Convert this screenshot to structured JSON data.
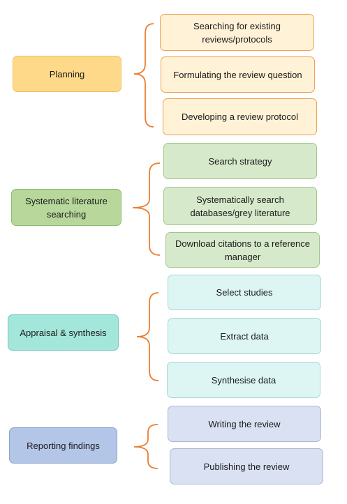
{
  "colors": {
    "brace": "#ED7D31",
    "planning": {
      "stage_fill": "#FFD98A",
      "stage_border": "#F0C060",
      "item_fill": "#FFF2D6",
      "item_border": "#F0A050"
    },
    "searching": {
      "stage_fill": "#B7D89A",
      "stage_border": "#8DBB6E",
      "item_fill": "#D6EACB",
      "item_border": "#A0C58A"
    },
    "appraisal": {
      "stage_fill": "#A3E6DA",
      "stage_border": "#7AC6BA",
      "item_fill": "#DDF6F3",
      "item_border": "#A8D8D2"
    },
    "reporting": {
      "stage_fill": "#B4C6E7",
      "stage_border": "#8DA3CC",
      "item_fill": "#D9E1F2",
      "item_border": "#AAB8D6"
    }
  },
  "stages": [
    {
      "label": "Planning",
      "items": [
        "Searching for existing reviews/protocols",
        "Formulating the review question",
        "Developing a review protocol"
      ]
    },
    {
      "label": "Systematic literature searching",
      "items": [
        "Search strategy",
        "Systematically search databases/grey literature",
        "Download citations to a reference manager"
      ]
    },
    {
      "label": "Appraisal & synthesis",
      "items": [
        "Select studies",
        "Extract data",
        "Synthesise data"
      ]
    },
    {
      "label": "Reporting findings",
      "items": [
        "Writing the review",
        "Publishing the review"
      ]
    }
  ]
}
